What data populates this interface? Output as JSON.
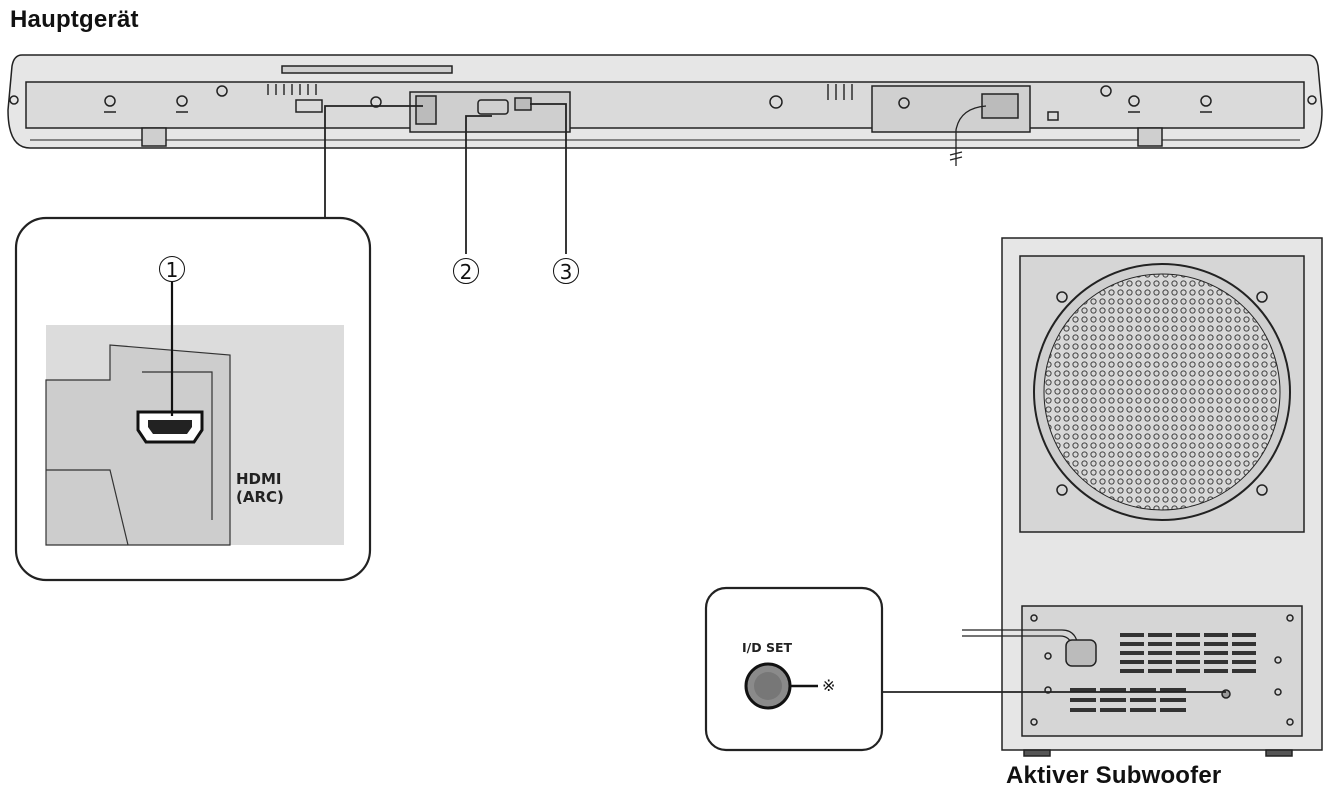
{
  "labels": {
    "main_unit": "Hauptgerät",
    "subwoofer": "Aktiver Subwoofer",
    "hdmi_line1": "HDMI",
    "hdmi_line2": "(ARC)",
    "id_set": "I/D SET",
    "asterisk": "※"
  },
  "callouts": {
    "c1": "1",
    "c2": "2",
    "c3": "3"
  },
  "colors": {
    "line": "#222222",
    "panel": "#d9d9d9",
    "panel_dark": "#c4c4c4",
    "body": "#e4e4e4"
  }
}
